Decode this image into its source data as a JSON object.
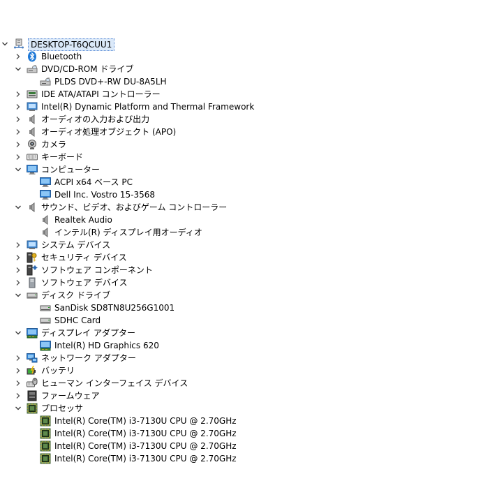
{
  "tree": [
    {
      "level": 0,
      "expand": "expanded",
      "icon": "computer-root-icon",
      "label": "DESKTOP-T6QCUU1",
      "root": true
    },
    {
      "level": 1,
      "expand": "collapsed",
      "icon": "bluetooth-icon",
      "label": "Bluetooth"
    },
    {
      "level": 1,
      "expand": "expanded",
      "icon": "dvd-drive-icon",
      "label": "DVD/CD-ROM ドライブ"
    },
    {
      "level": 2,
      "expand": "none",
      "icon": "dvd-drive-icon",
      "label": "PLDS DVD+-RW DU-8A5LH"
    },
    {
      "level": 1,
      "expand": "collapsed",
      "icon": "ide-controller-icon",
      "label": "IDE ATA/ATAPI コントローラー"
    },
    {
      "level": 1,
      "expand": "collapsed",
      "icon": "system-device-icon",
      "label": "Intel(R) Dynamic Platform and Thermal Framework"
    },
    {
      "level": 1,
      "expand": "collapsed",
      "icon": "speaker-icon",
      "label": "オーディオの入力および出力"
    },
    {
      "level": 1,
      "expand": "collapsed",
      "icon": "speaker-icon",
      "label": "オーディオ処理オブジェクト (APO)"
    },
    {
      "level": 1,
      "expand": "collapsed",
      "icon": "camera-icon",
      "label": "カメラ"
    },
    {
      "level": 1,
      "expand": "collapsed",
      "icon": "keyboard-icon",
      "label": "キーボード"
    },
    {
      "level": 1,
      "expand": "expanded",
      "icon": "monitor-icon",
      "label": "コンピューター"
    },
    {
      "level": 2,
      "expand": "none",
      "icon": "monitor-icon",
      "label": "ACPI x64 ベース PC"
    },
    {
      "level": 2,
      "expand": "none",
      "icon": "monitor-icon",
      "label": "Dell Inc. Vostro 15-3568"
    },
    {
      "level": 1,
      "expand": "expanded",
      "icon": "speaker-icon",
      "label": "サウンド、ビデオ、およびゲーム コントローラー"
    },
    {
      "level": 2,
      "expand": "none",
      "icon": "speaker-icon",
      "label": "Realtek Audio"
    },
    {
      "level": 2,
      "expand": "none",
      "icon": "speaker-icon",
      "label": "インテル(R) ディスプレイ用オーディオ"
    },
    {
      "level": 1,
      "expand": "collapsed",
      "icon": "system-device-icon",
      "label": "システム デバイス"
    },
    {
      "level": 1,
      "expand": "collapsed",
      "icon": "security-key-icon",
      "label": "セキュリティ デバイス"
    },
    {
      "level": 1,
      "expand": "collapsed",
      "icon": "software-component-icon",
      "label": "ソフトウェア コンポーネント"
    },
    {
      "level": 1,
      "expand": "collapsed",
      "icon": "software-device-icon",
      "label": "ソフトウェア デバイス"
    },
    {
      "level": 1,
      "expand": "expanded",
      "icon": "disk-drive-icon",
      "label": "ディスク ドライブ"
    },
    {
      "level": 2,
      "expand": "none",
      "icon": "disk-drive-icon",
      "label": "SanDisk SD8TN8U256G1001"
    },
    {
      "level": 2,
      "expand": "none",
      "icon": "disk-drive-icon",
      "label": "SDHC Card"
    },
    {
      "level": 1,
      "expand": "expanded",
      "icon": "display-adapter-icon",
      "label": "ディスプレイ アダプター"
    },
    {
      "level": 2,
      "expand": "none",
      "icon": "display-adapter-icon",
      "label": "Intel(R) HD Graphics 620"
    },
    {
      "level": 1,
      "expand": "collapsed",
      "icon": "network-adapter-icon",
      "label": "ネットワーク アダプター"
    },
    {
      "level": 1,
      "expand": "collapsed",
      "icon": "battery-icon",
      "label": "バッテリ"
    },
    {
      "level": 1,
      "expand": "collapsed",
      "icon": "hid-icon",
      "label": "ヒューマン インターフェイス デバイス"
    },
    {
      "level": 1,
      "expand": "collapsed",
      "icon": "firmware-icon",
      "label": "ファームウェア"
    },
    {
      "level": 1,
      "expand": "expanded",
      "icon": "processor-icon",
      "label": "プロセッサ"
    },
    {
      "level": 2,
      "expand": "none",
      "icon": "processor-icon",
      "label": "Intel(R) Core(TM) i3-7130U CPU @ 2.70GHz"
    },
    {
      "level": 2,
      "expand": "none",
      "icon": "processor-icon",
      "label": "Intel(R) Core(TM) i3-7130U CPU @ 2.70GHz"
    },
    {
      "level": 2,
      "expand": "none",
      "icon": "processor-icon",
      "label": "Intel(R) Core(TM) i3-7130U CPU @ 2.70GHz"
    },
    {
      "level": 2,
      "expand": "none",
      "icon": "processor-icon",
      "label": "Intel(R) Core(TM) i3-7130U CPU @ 2.70GHz"
    }
  ]
}
